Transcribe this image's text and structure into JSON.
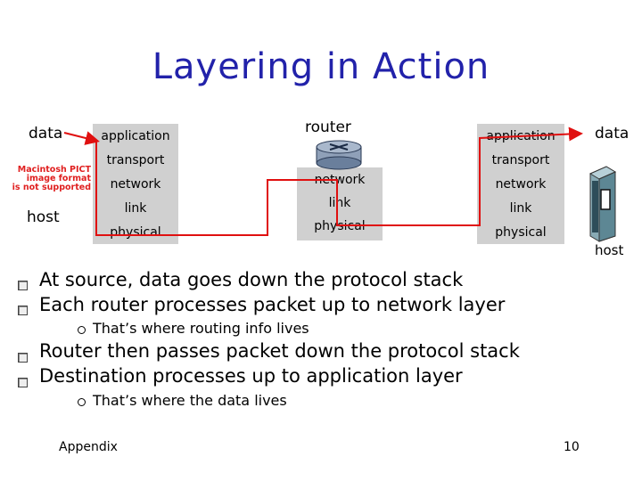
{
  "title": "Layering in Action",
  "labels": {
    "data_left": "data",
    "host_left": "host",
    "router": "router",
    "data_right": "data",
    "host_right": "host"
  },
  "pict_placeholder": [
    "Macintosh PICT",
    "image format",
    "is not supported"
  ],
  "source_stack": [
    "application",
    "transport",
    "network",
    "link",
    "physical"
  ],
  "router_stack": [
    "network",
    "link",
    "physical"
  ],
  "dest_stack": [
    "application",
    "transport",
    "network",
    "link",
    "physical"
  ],
  "bullets": [
    "At source, data goes down the protocol stack",
    "Each router processes packet up to network layer",
    "Router then passes packet down the protocol stack",
    "Destination processes up to application layer"
  ],
  "sub_bullets": [
    "That’s where routing info lives",
    "That’s where the data lives"
  ],
  "footer": {
    "left": "Appendix",
    "page": "10"
  },
  "colors": {
    "title": "#2222aa",
    "arrow": "#e01010",
    "stack": "#d0d0d0",
    "pict_text": "#e02020"
  }
}
